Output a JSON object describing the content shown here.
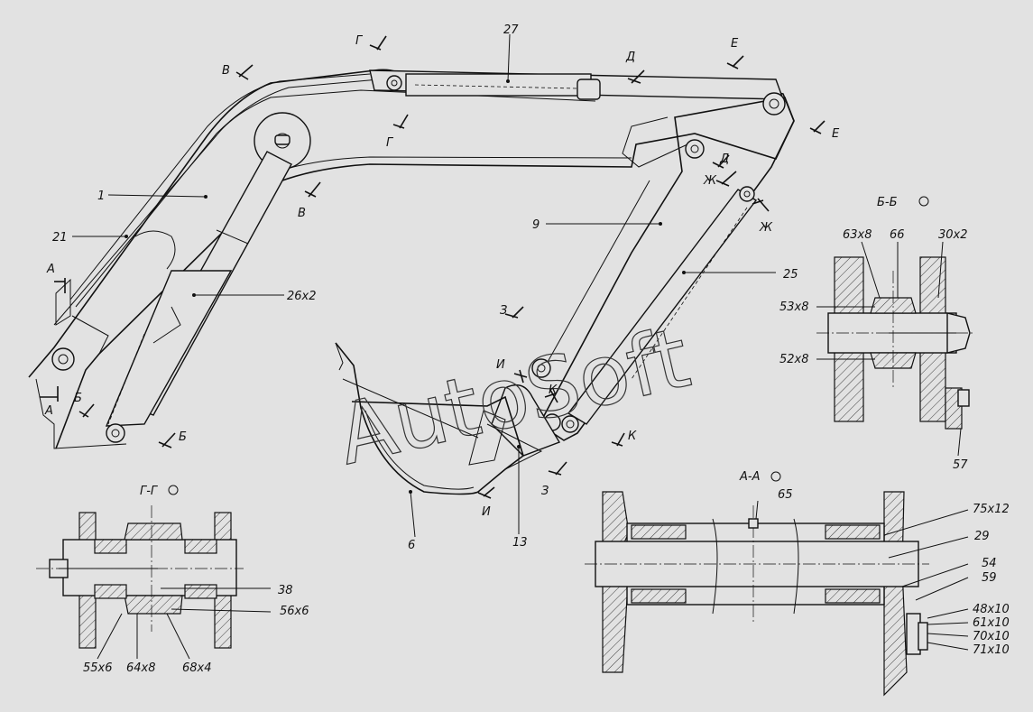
{
  "watermark": "AutoSoft",
  "section_titles": {
    "bb": "Б-Б",
    "aa": "А-А",
    "gg": "Г-Г"
  },
  "section_markers": {
    "a1": "А",
    "a2": "А",
    "b1": "Б",
    "b2": "Б",
    "v1": "В",
    "v2": "В",
    "g1": "Г",
    "g2": "Г",
    "d1": "Д",
    "d2": "Д",
    "e1": "Е",
    "e2": "Е",
    "zh1": "Ж",
    "zh2": "Ж",
    "z1": "З",
    "z2": "З",
    "i1": "И",
    "i2": "И",
    "k1": "К",
    "k2": "К"
  },
  "labels": {
    "p1": "1",
    "p21": "21",
    "p26": "26х2",
    "p27": "27",
    "p9": "9",
    "p25": "25",
    "p6": "6",
    "p13": "13",
    "p38": "38",
    "p56": "56х6",
    "p55": "55х6",
    "p64": "64х8",
    "p68": "68х4",
    "p65": "65",
    "p75": "75х12",
    "p29": "29",
    "p54": "54",
    "p59": "59",
    "p48": "48х10",
    "p61": "61х10",
    "p70": "70х10",
    "p71": "71х10",
    "p63": "63х8",
    "p66": "66",
    "p30": "30х2",
    "p53": "53х8",
    "p52": "52х8",
    "p57": "57"
  }
}
